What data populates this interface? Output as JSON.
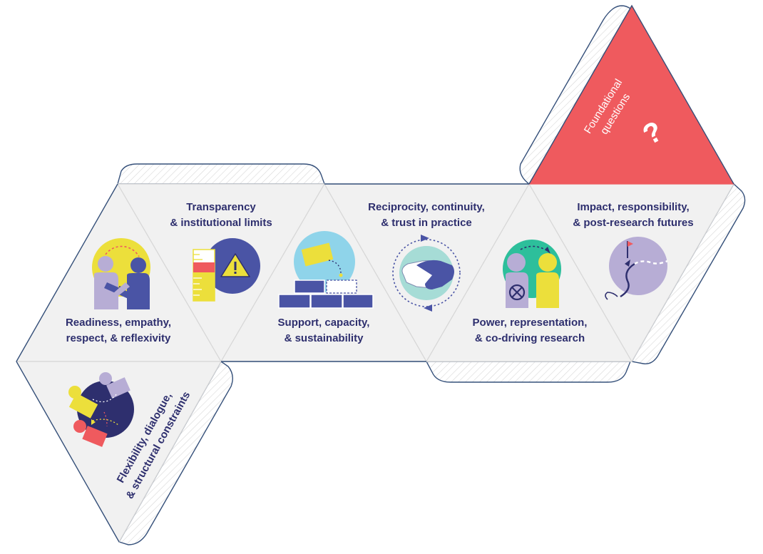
{
  "colors": {
    "navy": "#2e2f6e",
    "coral": "#ef5a5e",
    "light_grey": "#f1f1f1",
    "yellow": "#ecdf3b",
    "royal_blue": "#4a54a5",
    "lavender": "#b7add5",
    "teal": "#2dbf9b",
    "sky": "#8fd4ea",
    "aqua": "#a6dcd6",
    "red": "#e5494b"
  },
  "panels": [
    {
      "id": "readiness",
      "lines": [
        "Readiness, empathy,",
        "respect, & reflexivity"
      ],
      "icon": "embracing-figures-icon"
    },
    {
      "id": "transparency",
      "lines": [
        "Transparency",
        "& institutional limits"
      ],
      "icon": "warning-gauge-icon"
    },
    {
      "id": "support",
      "lines": [
        "Support, capacity,",
        "& sustainability"
      ],
      "icon": "brick-wall-icon"
    },
    {
      "id": "reciprocity",
      "lines": [
        "Reciprocity, continuity,",
        "& trust in practice"
      ],
      "icon": "handshake-icon"
    },
    {
      "id": "power",
      "lines": [
        "Power, representation,",
        "& co-driving research"
      ],
      "icon": "two-figures-icon"
    },
    {
      "id": "impact",
      "lines": [
        "Impact, responsibility,",
        "& post-research futures"
      ],
      "icon": "winding-path-icon"
    },
    {
      "id": "flexibility",
      "lines": [
        "Flexibility, dialogue,",
        "& structural constraints"
      ],
      "icon": "dialogue-figures-icon"
    },
    {
      "id": "foundational",
      "lines": [
        "Foundational",
        "questions"
      ],
      "icon": "question-mark-icon"
    }
  ],
  "question_mark": "?"
}
